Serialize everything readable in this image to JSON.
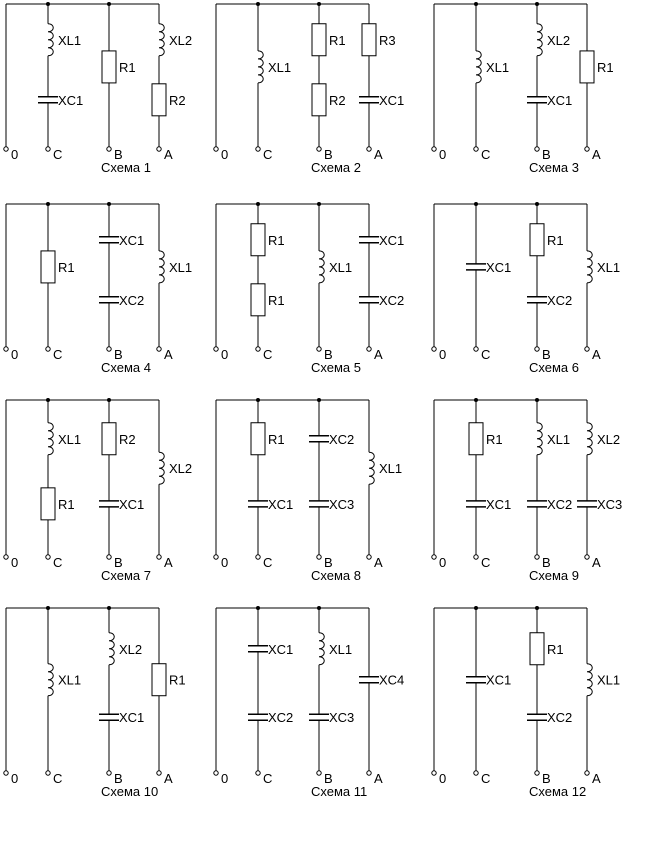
{
  "terminals": [
    "0",
    "C",
    "B",
    "A"
  ],
  "schemes": [
    {
      "title": "Схема 1",
      "branches": [
        [
          "XL1",
          "XC1"
        ],
        [
          "R1"
        ],
        [
          "XL2",
          "R2"
        ]
      ]
    },
    {
      "title": "Схема 2",
      "branches": [
        [
          "XL1"
        ],
        [
          "R1",
          "R2"
        ],
        [
          "R3",
          "XC1"
        ]
      ]
    },
    {
      "title": "Схема 3",
      "branches": [
        [
          "XL1"
        ],
        [
          "XL2",
          "XC1"
        ],
        [
          "R1"
        ]
      ]
    },
    {
      "title": "Схема 4",
      "branches": [
        [
          "R1"
        ],
        [
          "XC1",
          "XC2"
        ],
        [
          "XL1"
        ]
      ]
    },
    {
      "title": "Схема 5",
      "branches": [
        [
          "R1",
          "R1"
        ],
        [
          "XL1"
        ],
        [
          "XC1",
          "XC2"
        ]
      ]
    },
    {
      "title": "Схема 6",
      "branches": [
        [
          "XC1"
        ],
        [
          "R1",
          "XC2"
        ],
        [
          "XL1"
        ]
      ]
    },
    {
      "title": "Схема 7",
      "branches": [
        [
          "XL1",
          "R1"
        ],
        [
          "R2",
          "XC1"
        ],
        [
          "XL2"
        ]
      ]
    },
    {
      "title": "Схема 8",
      "branches": [
        [
          "R1",
          "XC1"
        ],
        [
          "XC2",
          "XC3"
        ],
        [
          "XL1"
        ]
      ]
    },
    {
      "title": "Схема 9",
      "branches": [
        [
          "R1",
          "XC1"
        ],
        [
          "XL1",
          "XC2"
        ],
        [
          "XL2",
          "XC3"
        ]
      ]
    },
    {
      "title": "Схема 10",
      "branches": [
        [
          "XL1"
        ],
        [
          "XL2",
          "XC1"
        ],
        [
          "R1"
        ]
      ]
    },
    {
      "title": "Схема 11",
      "branches": [
        [
          "XC1",
          "XC2"
        ],
        [
          "XL1",
          "XC3"
        ],
        [
          "XC4"
        ]
      ]
    },
    {
      "title": "Схема 12",
      "branches": [
        [
          "XC1"
        ],
        [
          "R1",
          "XC2"
        ],
        [
          "XL1"
        ]
      ]
    }
  ]
}
